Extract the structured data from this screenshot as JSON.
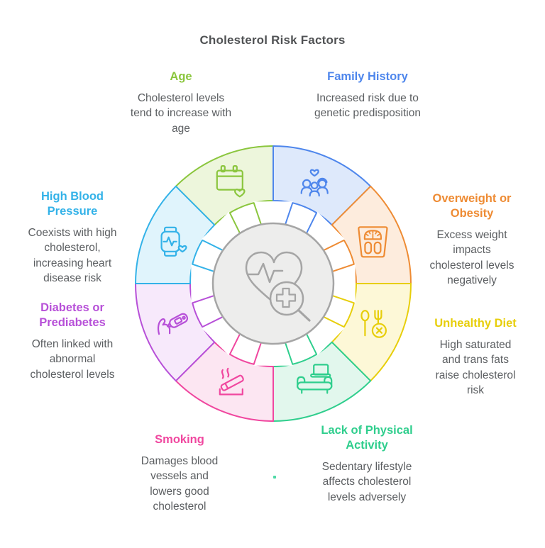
{
  "title": "Cholesterol Risk Factors",
  "center": {
    "icon": "heart-pulse-magnifier-icon",
    "fill": "#EDEDEC",
    "stroke": "#A5A5A5"
  },
  "colors": {
    "title_text": "#505254",
    "body_text": "#5B5E61",
    "artifact_dot": "#4FD9A6"
  },
  "segments": [
    {
      "id": "age",
      "label": "Age",
      "description": "Cholesterol levels tend to increase with age",
      "color": "#8BC63E",
      "fill": "#EDF6DC",
      "icon": "calendar-heart-icon"
    },
    {
      "id": "family-history",
      "label": "Family History",
      "description": "Increased risk due to genetic predisposition",
      "color": "#4E86EC",
      "fill": "#DEE9FB",
      "icon": "family-heart-icon"
    },
    {
      "id": "overweight-obesity",
      "label": "Overweight or Obesity",
      "description": "Excess weight impacts cholesterol levels negatively",
      "color": "#EE8B33",
      "fill": "#FDECDD",
      "icon": "scale-icon"
    },
    {
      "id": "unhealthy-diet",
      "label": "Unhealthy Diet",
      "description": "High saturated and trans fats raise cholesterol risk",
      "color": "#E7CE0B",
      "fill": "#FDF8D7",
      "icon": "cutlery-x-icon"
    },
    {
      "id": "inactivity",
      "label": "Lack of Physical Activity",
      "description": "Sedentary lifestyle affects cholesterol levels adversely",
      "color": "#2FCE8D",
      "fill": "#E2F7ED",
      "icon": "couch-laptop-icon"
    },
    {
      "id": "smoking",
      "label": "Smoking",
      "description": "Damages blood vessels and lowers good cholesterol",
      "color": "#F0479F",
      "fill": "#FCE6F2",
      "icon": "cigarette-icon"
    },
    {
      "id": "diabetes-prediabetes",
      "label": "Diabetes or Prediabetes",
      "description": "Often linked with abnormal cholesterol levels",
      "color": "#B750D8",
      "fill": "#F7E9FB",
      "icon": "glucose-meter-icon"
    },
    {
      "id": "high-blood-pressure",
      "label": "High Blood Pressure",
      "description": "Coexists with high cholesterol, increasing heart disease risk",
      "color": "#33B2E8",
      "fill": "#E0F4FC",
      "icon": "watch-heart-icon"
    }
  ]
}
